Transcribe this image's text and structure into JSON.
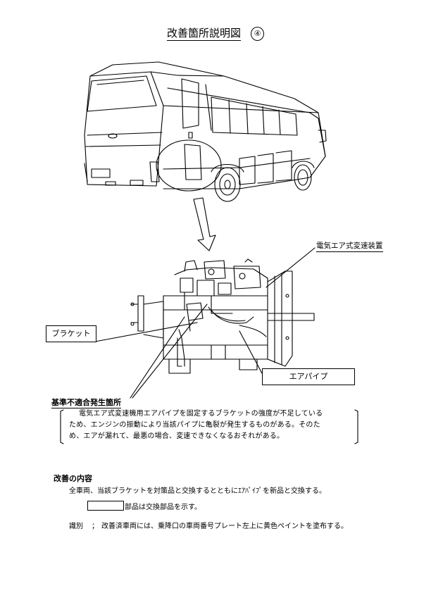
{
  "document": {
    "title": "改善箇所説明図",
    "figure_number": "④"
  },
  "figure": {
    "labels": {
      "device": "電気エア式変速装置",
      "bracket": "ブラケット",
      "air_pipe": "エアパイプ",
      "defect_location": "基準不適合発生箇所"
    }
  },
  "defect": {
    "lines": [
      "電気エア式変速機用エアパイプを固定するブラケットの強度が不足している",
      "ため、エンジンの振動により当該パイプに亀裂が発生するものがある。そのた",
      "め、エアが漏れて、最悪の場合、変速できなくなるおそれがある。"
    ]
  },
  "remedy": {
    "heading": "改善の内容",
    "body": "全車両、当該ブラケットを対策品と交換するとともにｴｱﾊﾟｲﾌﾟを新品と交換する。",
    "legend": "部品は交換部品を示す。"
  },
  "identification": {
    "label": "識別",
    "separator": "；",
    "text": "改善済車両には、乗降口の車両番号プレート左上に黄色ペイントを塗布する。"
  }
}
